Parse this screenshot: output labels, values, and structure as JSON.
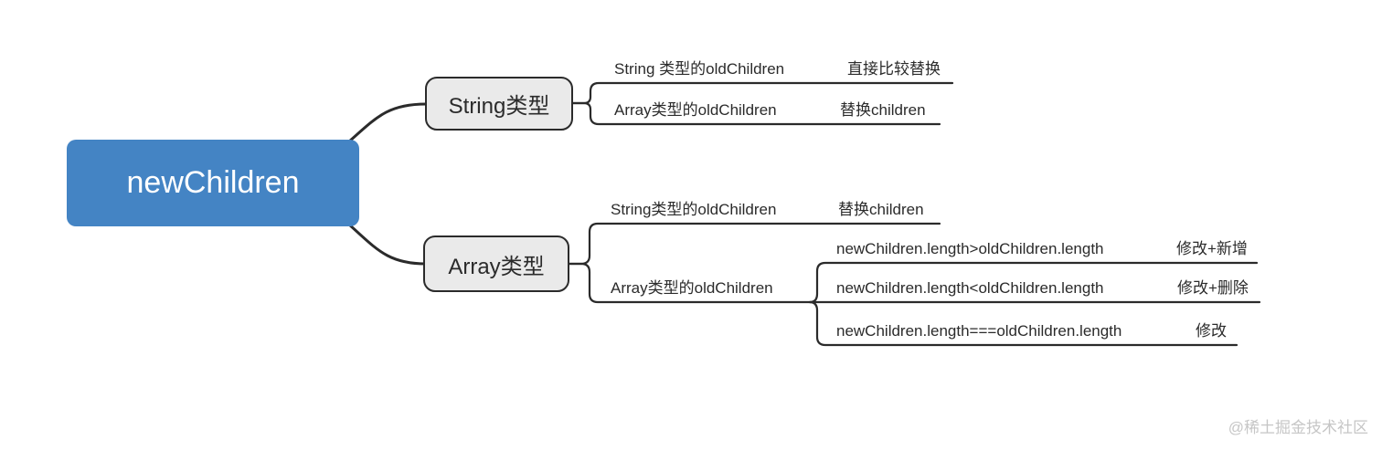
{
  "root": {
    "label": "newChildren"
  },
  "branches": [
    {
      "label": "String类型",
      "children": [
        {
          "condition": "String 类型的oldChildren",
          "action": "直接比较替换"
        },
        {
          "condition": "Array类型的oldChildren",
          "action": "替换children"
        }
      ]
    },
    {
      "label": "Array类型",
      "children": [
        {
          "condition": "String类型的oldChildren",
          "action": "替换children"
        },
        {
          "condition": "Array类型的oldChildren",
          "children": [
            {
              "condition": "newChildren.length>oldChildren.length",
              "action": "修改+新增"
            },
            {
              "condition": "newChildren.length<oldChildren.length",
              "action": "修改+删除"
            },
            {
              "condition": "newChildren.length===oldChildren.length",
              "action": "修改"
            }
          ]
        }
      ]
    }
  ],
  "watermark": {
    "text": "@稀土掘金技术社区"
  },
  "colors": {
    "accent": "#4484c4",
    "node-fill": "#eaeaea",
    "line": "#2b2b2b",
    "text": "#2b2b2b",
    "watermark": "#c6c6c6"
  }
}
